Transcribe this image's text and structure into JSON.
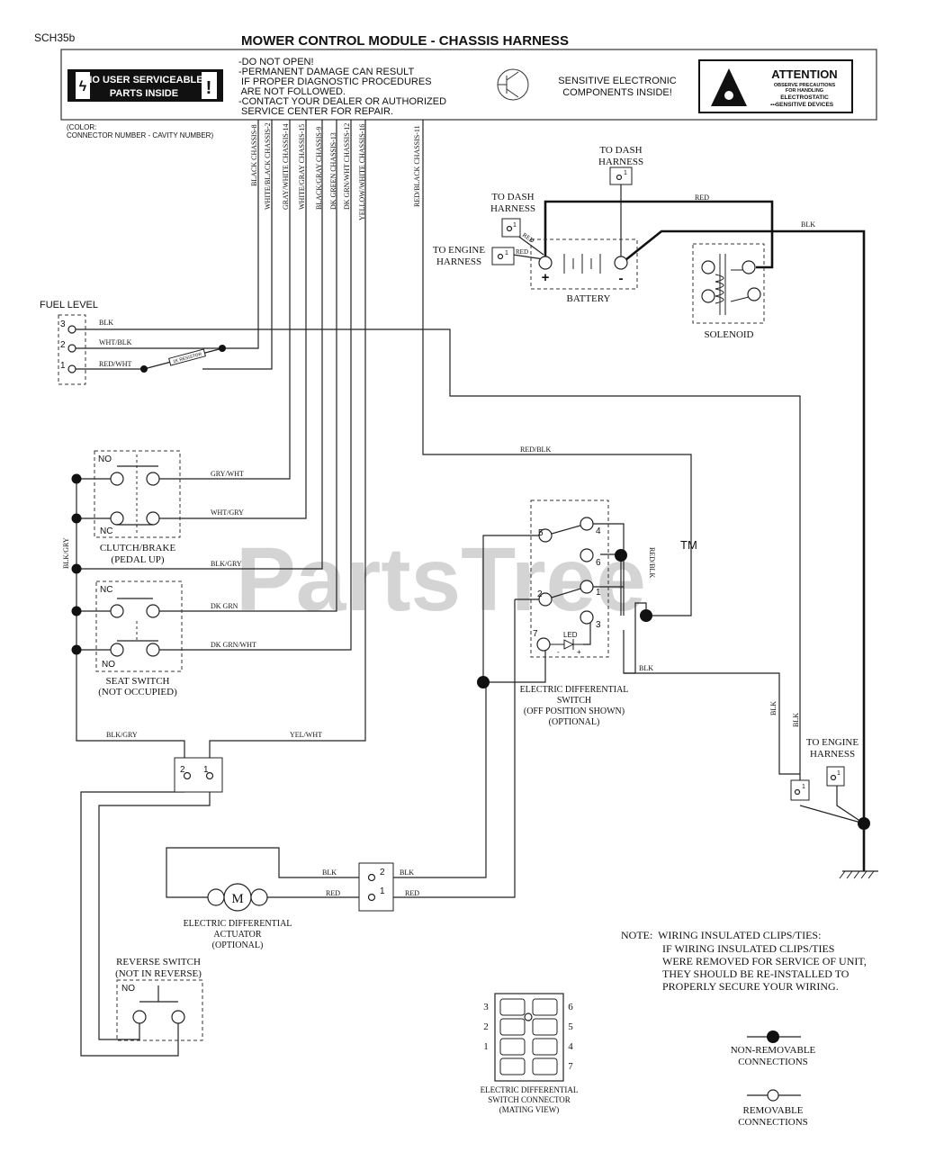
{
  "doc_id": "SCH35b",
  "title": "MOWER CONTROL MODULE - CHASSIS HARNESS",
  "module": {
    "warning_badge_line1": "NO USER SERVICEABLE",
    "warning_badge_line2": "PARTS INSIDE",
    "notes": [
      "-DO NOT OPEN!",
      "-PERMANENT DAMAGE CAN RESULT",
      " IF PROPER DIAGNOSTIC PROCEDURES",
      " ARE NOT FOLLOWED.",
      "-CONTACT YOUR DEALER OR AUTHORIZED",
      " SERVICE CENTER FOR REPAIR."
    ],
    "sensitive_line1": "SENSITIVE ELECTRONIC",
    "sensitive_line2": "COMPONENTS INSIDE!",
    "attention_title": "ATTENTION",
    "attention_sub1": "OBSERVE PRECAUTIONS",
    "attention_sub2": "FOR HANDLING",
    "attention_sub3": "ELECTROSTATIC",
    "attention_sub4": "SENSITIVE DEVICES"
  },
  "legend_color_line1": "(COLOR:",
  "legend_color_line2": "CONNECTOR NUMBER - CAVITY NUMBER)",
  "harness_wires": [
    "BLACK CHASSIS-8",
    "WHITE/BLACK CHASSIS-2",
    "GRAY/WHITE CHASSIS-14",
    "WHITE/GRAY CHASSIS-15",
    "BLACK/GRAY CHASSIS-9",
    "DK GREEN CHASSIS-13",
    "DK GRN/WHT CHASSIS-12",
    "YELLOW/WHITE CHASSIS-16",
    "RED/BLACK CHASSIS-11"
  ],
  "components": {
    "to_dash_top_1": "TO DASH",
    "to_dash_top_2": "HARNESS",
    "to_dash_left_1": "TO DASH",
    "to_dash_left_2": "HARNESS",
    "to_engine_1": "TO ENGINE",
    "to_engine_2": "HARNESS",
    "battery": "BATTERY",
    "solenoid": "SOLENOID",
    "fuel_level": "FUEL LEVEL",
    "resistor": "1K RESISTOR",
    "clutch_1": "CLUTCH/BRAKE",
    "clutch_2": "(PEDAL UP)",
    "seat_1": "SEAT SWITCH",
    "seat_2": "(NOT OCCUPIED)",
    "eds_1": "ELECTRIC DIFFERENTIAL",
    "eds_2": "SWITCH",
    "eds_3": "(OFF POSITION SHOWN)",
    "eds_4": "(OPTIONAL)",
    "led": "LED",
    "eng_right_1": "TO ENGINE",
    "eng_right_2": "HARNESS",
    "motor_symbol": "M",
    "actuator_1": "ELECTRIC DIFFERENTIAL",
    "actuator_2": "ACTUATOR",
    "actuator_3": "(OPTIONAL)",
    "reverse_1": "REVERSE SWITCH",
    "reverse_2": "(NOT IN REVERSE)",
    "connector_1": "ELECTRIC DIFFERENTIAL",
    "connector_2": "SWITCH CONNECTOR",
    "connector_3": "(MATING VIEW)"
  },
  "switch_states": {
    "no": "NO",
    "nc": "NC"
  },
  "pin_numbers": [
    "1",
    "2",
    "3",
    "4",
    "5",
    "6",
    "7"
  ],
  "wire_labels": {
    "red": "RED",
    "blk": "BLK",
    "wht_blk": "WHT/BLK",
    "red_wht": "RED/WHT",
    "gry_wht": "GRY/WHT",
    "wht_gry": "WHT/GRY",
    "blk_gry": "BLK/GRY",
    "dk_grn": "DK GRN",
    "dk_grn_wht": "DK GRN/WHT",
    "yel_wht": "YEL/WHT",
    "red_blk": "RED/BLK"
  },
  "note": {
    "line1": "NOTE:  WIRING INSULATED CLIPS/TIES:",
    "line2": "IF WIRING INSULATED CLIPS/TIES",
    "line3": "WERE REMOVED FOR SERVICE OF UNIT,",
    "line4": "THEY SHOULD BE RE-INSTALLED TO",
    "line5": "PROPERLY SECURE YOUR WIRING."
  },
  "legend": {
    "non_removable_1": "NON-REMOVABLE",
    "non_removable_2": "CONNECTIONS",
    "removable_1": "REMOVABLE",
    "removable_2": "CONNECTIONS"
  },
  "watermark": "PartsTree",
  "watermark_tm": "TM"
}
